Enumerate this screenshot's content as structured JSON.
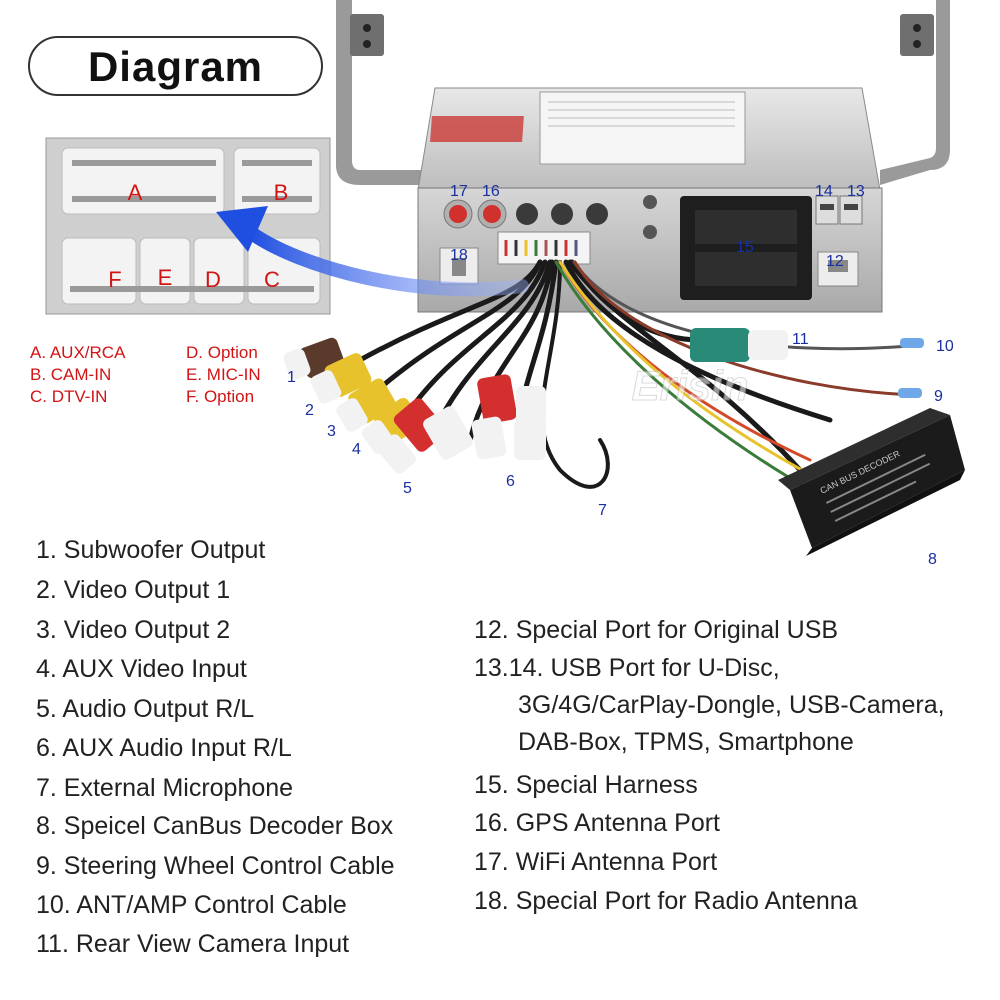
{
  "title": "Diagram",
  "connector_letters": [
    "A",
    "B",
    "F",
    "E",
    "D",
    "C"
  ],
  "connector_legend": {
    "left": [
      "A. AUX/RCA",
      "B. CAM-IN",
      "C. DTV-IN"
    ],
    "right": [
      "D. Option",
      "E. MIC-IN",
      "F. Option"
    ]
  },
  "callouts": [
    "1",
    "2",
    "3",
    "4",
    "5",
    "6",
    "7",
    "8",
    "9",
    "10",
    "11",
    "12",
    "13",
    "14",
    "15",
    "16",
    "17",
    "18"
  ],
  "decoder_box_label": "CAN BUS DECODER",
  "watermark": "Erisin",
  "items_left": [
    "1. Subwoofer Output",
    "2. Video Output 1",
    "3. Video Output 2",
    "4. AUX Video Input",
    "5. Audio Output R/L",
    "6. AUX Audio Input R/L",
    "7. External Microphone",
    "8. Speicel CanBus Decoder Box",
    "9. Steering Wheel Control Cable",
    "10. ANT/AMP Control Cable",
    "11. Rear View Camera Input"
  ],
  "items_right": [
    "12. Special Port for Original USB",
    "13.14. USB Port for U-Disc,",
    "3G/4G/CarPlay-Dongle, USB-Camera,",
    "DAB-Box, TPMS, Smartphone",
    "15. Special Harness",
    "16. GPS Antenna Port",
    "17. WiFi Antenna Port",
    "18. Special Port for Radio Antenna"
  ],
  "colors": {
    "legend_red": "#d21414",
    "arrow_blue": "#1f4fe0",
    "callout_blue": "#1a2fa0",
    "text": "#222222"
  }
}
